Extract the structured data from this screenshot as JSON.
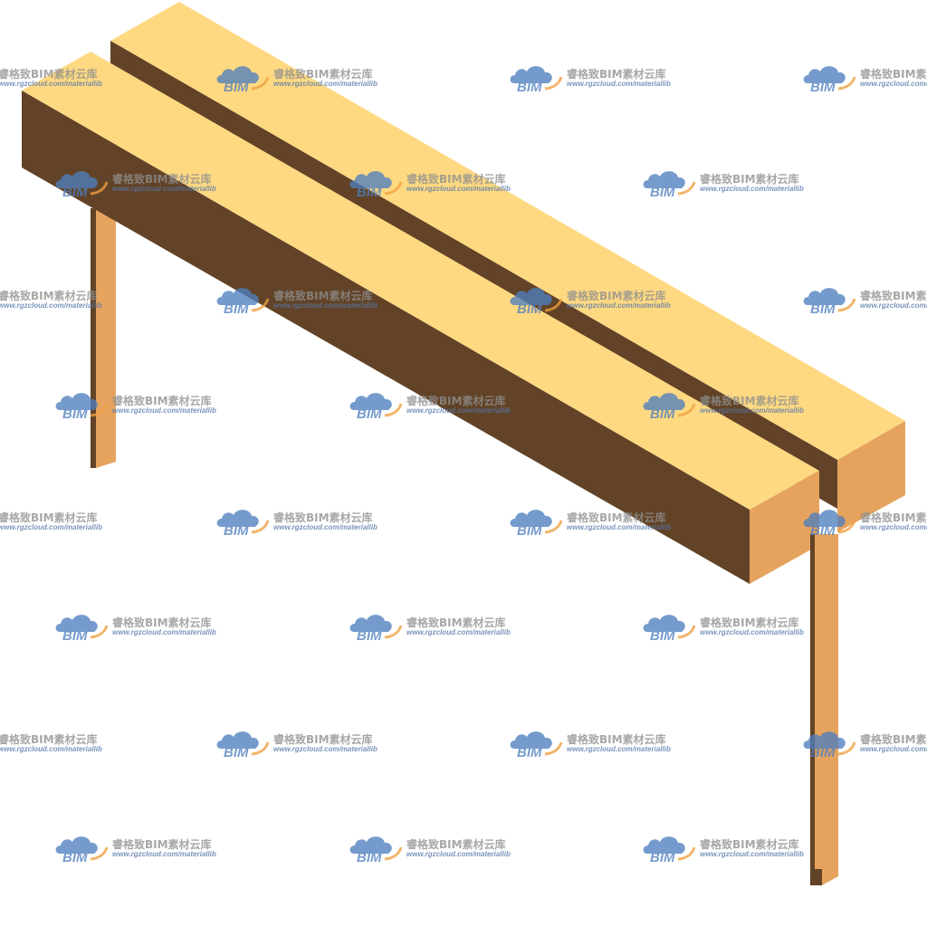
{
  "colors": {
    "background": "#ffffff",
    "top_face": "#fed982",
    "dark_face": "#624327",
    "end_face": "#e6a35e",
    "leg_front": "#e6a35e",
    "leg_side": "#624327",
    "watermark_cloud": "#4f7fbf",
    "watermark_arc": "#f0a040"
  },
  "model": {
    "object": "bench",
    "icon": "bench-model-icon"
  },
  "watermark": {
    "icon": "bim-cloud-logo-icon",
    "logo_text": "BIM",
    "name": "睿格致BIM素材云库",
    "url": "www.rgzcloud.com/materiallib"
  }
}
